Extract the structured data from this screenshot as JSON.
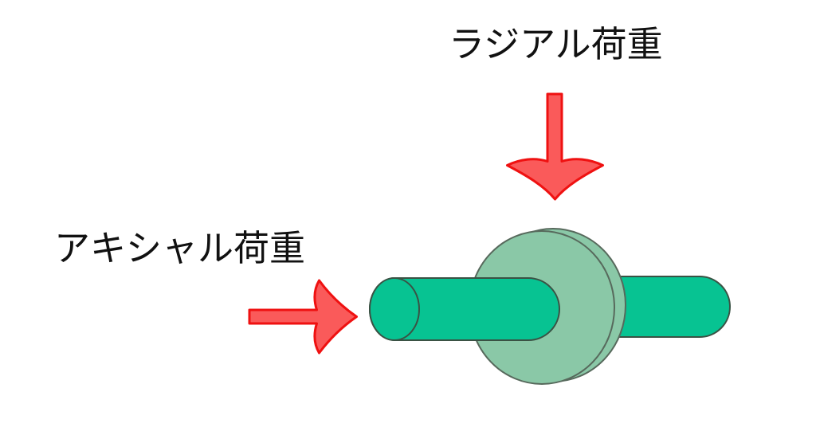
{
  "diagram": {
    "name": "bearing-load-diagram",
    "labels": {
      "radial_load": "ラジアル荷重",
      "axial_load": "アキシャル荷重"
    },
    "icons": {
      "radial_arrow": "arrow-down-icon",
      "axial_arrow": "arrow-right-icon"
    },
    "colors": {
      "background": "#ffffff",
      "text": "#111111",
      "shaft_fill": "#07C392",
      "shaft_stroke": "#3A5244",
      "bearing_fill": "#8AC8A7",
      "bearing_stroke": "#57695C",
      "arrow_fill": "#FA5A5A",
      "arrow_stroke": "#EF1111"
    }
  }
}
